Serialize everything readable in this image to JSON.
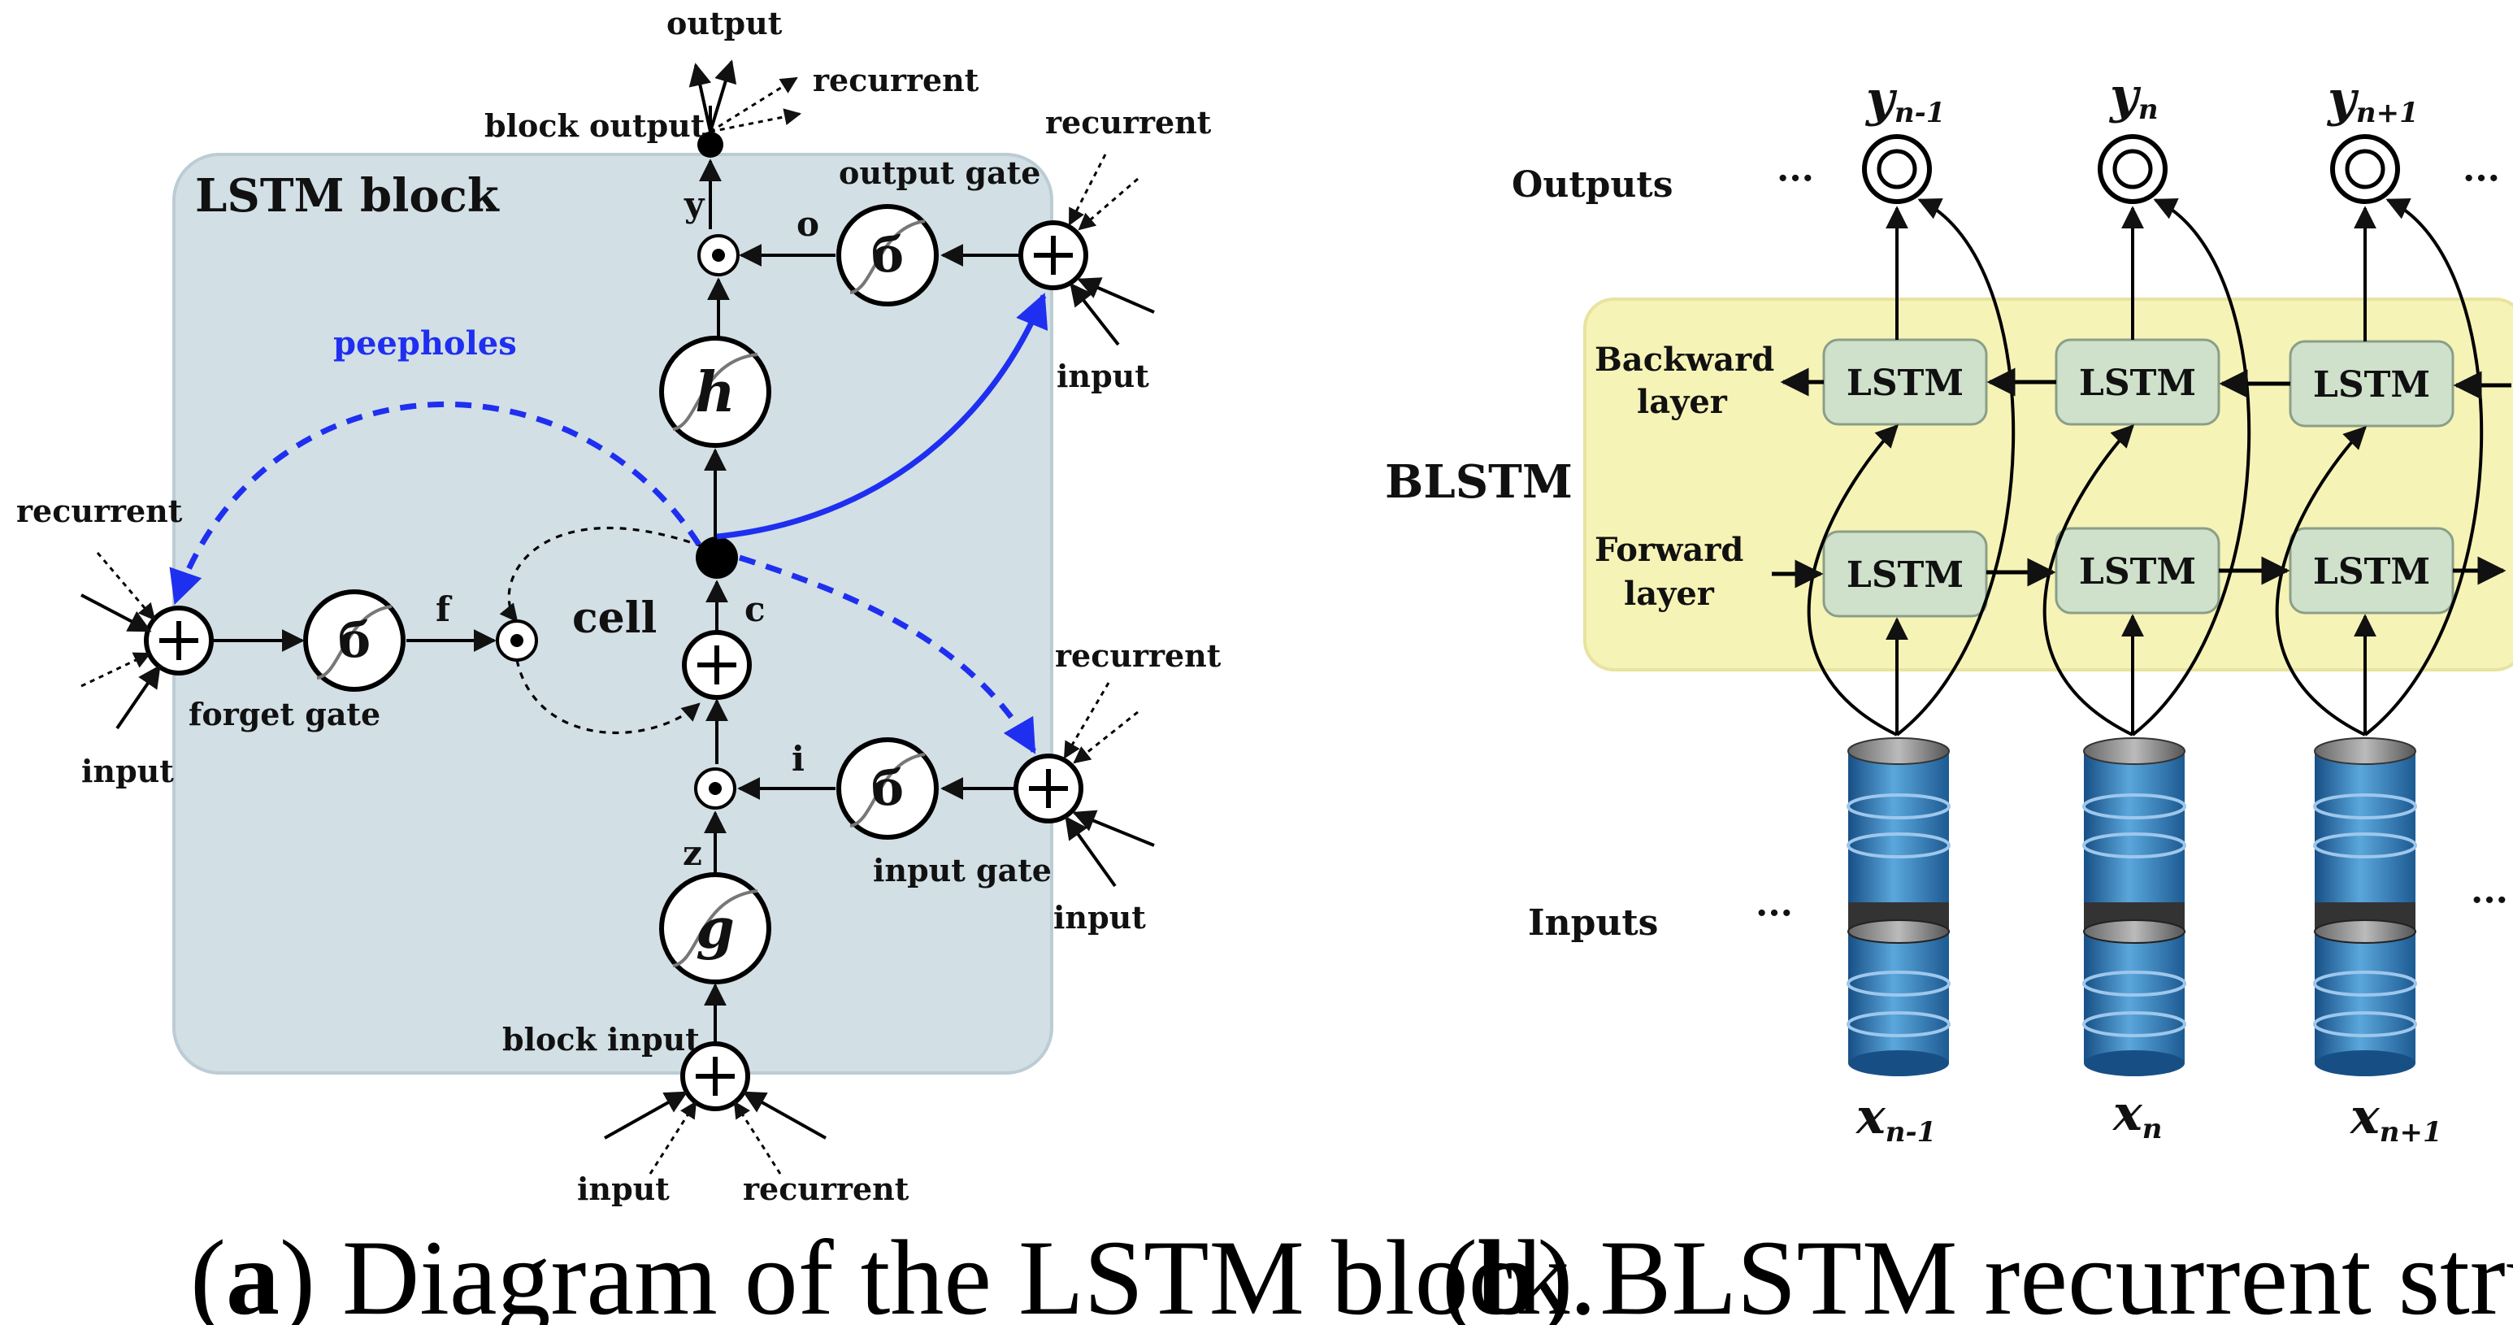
{
  "lstm_block": {
    "title": "LSTM block",
    "top_output": "output",
    "top_recurrent": "recurrent",
    "block_output": "block output",
    "output_gate": "output gate",
    "output_gate_recurrent": "recurrent",
    "output_gate_input": "input",
    "y": "y",
    "o": "o",
    "h": "h",
    "peepholes": "peepholes",
    "forget_recurrent": "recurrent",
    "forget_input": "input",
    "forget_gate": "forget gate",
    "f": "f",
    "cell": "cell",
    "c": "c",
    "input_gate_recurrent": "recurrent",
    "input_gate": "input gate",
    "input_gate_input": "input",
    "i": "i",
    "z": "z",
    "g": "g",
    "block_input": "block input",
    "bottom_input": "input",
    "bottom_recurrent": "recurrent",
    "caption_bold": "a",
    "caption_text": ") Diagram of the LSTM block.",
    "colors": {
      "block_fill": "#d2dfe5",
      "peephole_blue": "#1f2ff0"
    }
  },
  "blstm": {
    "outputs_label": "Outputs",
    "inputs_label": "Inputs",
    "blstm_label": "BLSTM",
    "backward_label_1": "Backward",
    "backward_label_2": "layer",
    "forward_label_1": "Forward",
    "forward_label_2": "layer",
    "ellipsis": "···",
    "cell_label": "LSTM",
    "columns": [
      {
        "y_main": "y",
        "y_sub": "n-1",
        "x_main": "x",
        "x_sub": "n-1"
      },
      {
        "y_main": "y",
        "y_sub": "n",
        "x_main": "x",
        "x_sub": "n"
      },
      {
        "y_main": "y",
        "y_sub": "n+1",
        "x_main": "x",
        "x_sub": "n+1"
      }
    ],
    "caption_bold": "b",
    "caption_text": ") BLSTM recurrent structure diagram.",
    "colors": {
      "layer_fill": "#f6f3b6",
      "cell_fill": "#cfe0cb",
      "cylinder_blue": "#2d7fbf"
    }
  }
}
